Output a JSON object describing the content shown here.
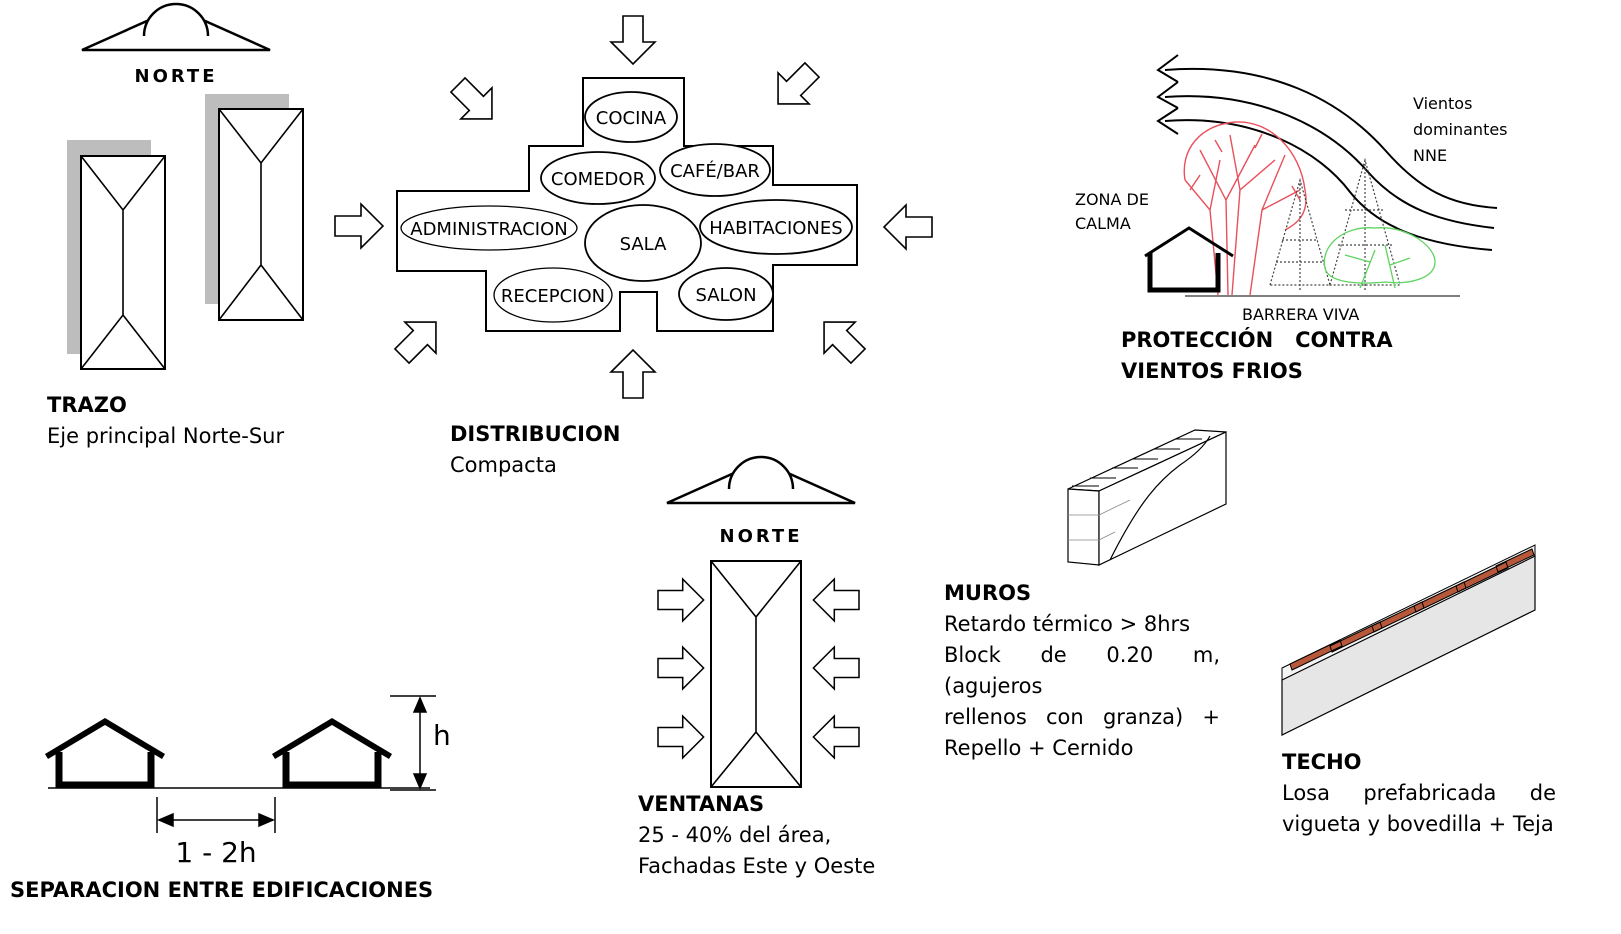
{
  "north_label": "NORTE",
  "trazo": {
    "title": "TRAZO",
    "desc": "Eje principal Norte-Sur"
  },
  "distribucion": {
    "title": "DISTRIBUCION",
    "desc": "Compacta",
    "rooms": {
      "cocina": "COCINA",
      "comedor": "COMEDOR",
      "cafe_bar": "CAFÉ/BAR",
      "administracion": "ADMINISTRACION",
      "sala": "SALA",
      "habitaciones": "HABITACIONES",
      "recepcion": "RECEPCION",
      "salon": "SALON"
    }
  },
  "proteccion": {
    "title_line1": "PROTECCIÓN   CONTRA",
    "title_line2": "VIENTOS FRIOS",
    "zona_calma": [
      "ZONA DE",
      "CALMA"
    ],
    "vientos": [
      "Vientos",
      "dominantes",
      "NNE"
    ],
    "barrera": "BARRERA VIVA"
  },
  "ventanas": {
    "title": "VENTANAS",
    "lines": [
      "25 - 40% del área,",
      "Fachadas Este y Oeste"
    ]
  },
  "muros": {
    "title": "MUROS",
    "lines": [
      "Retardo térmico > 8hrs",
      "Block de 0.20 m, (agujeros",
      "rellenos con granza) +",
      "Repello + Cernido"
    ]
  },
  "techo": {
    "title": "TECHO",
    "lines": [
      "Losa prefabricada de",
      "vigueta y bovedilla + Teja"
    ]
  },
  "separacion": {
    "title": "SEPARACION ENTRE EDIFICACIONES",
    "h_label": "h",
    "dist_label": "1 - 2h"
  },
  "colors": {
    "tree_red": "#e8505b",
    "tree_green": "#5fd35f",
    "tile": "#b7583a",
    "shadow": "#bdbdbd"
  }
}
